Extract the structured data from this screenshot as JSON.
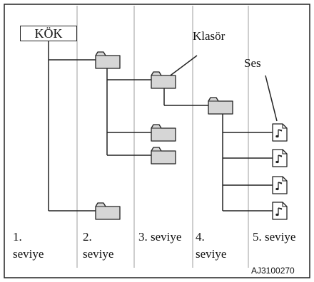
{
  "root": {
    "label": "KÖK"
  },
  "labels": {
    "folder": "Klasör",
    "audio": "Ses"
  },
  "levels": [
    {
      "line1": "1.",
      "line2": "seviye"
    },
    {
      "line1": "2.",
      "line2": "seviye"
    },
    {
      "line1": "3. seviye",
      "line2": ""
    },
    {
      "line1": "4.",
      "line2": "seviye"
    },
    {
      "line1": "5. seviye",
      "line2": ""
    }
  ],
  "figure_code": "AJ3100270",
  "colors": {
    "folder_fill": "#d6d6d6",
    "stroke": "#222222",
    "column_line": "#bdbdbd"
  },
  "icons": {
    "folder": "folder-icon",
    "music_file": "music-file-icon"
  }
}
